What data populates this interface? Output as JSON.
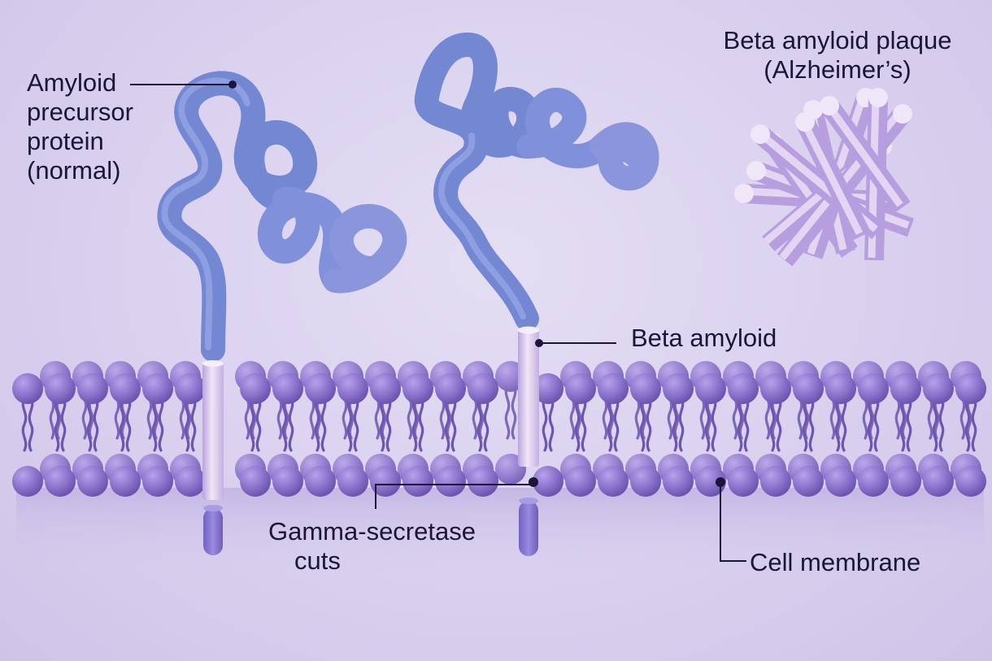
{
  "labels": {
    "app": [
      "Amyloid",
      "precursor",
      "protein",
      "(normal)"
    ],
    "plaque": [
      "Beta amyloid plaque",
      "(Alzheimer’s)"
    ],
    "beta": "Beta amyloid",
    "gamma": [
      "Gamma-secretase",
      "cuts"
    ],
    "cell": "Cell membrane"
  },
  "colors": {
    "background": "#d9d1ee",
    "lipid_head": "#8f76cf",
    "lipid_tail": "#6e55b0",
    "protein": "#7f91d8",
    "amyloid_rod": "#dcc8ec",
    "plaque_rod": "#c9b3e6",
    "text": "#1c1538"
  }
}
